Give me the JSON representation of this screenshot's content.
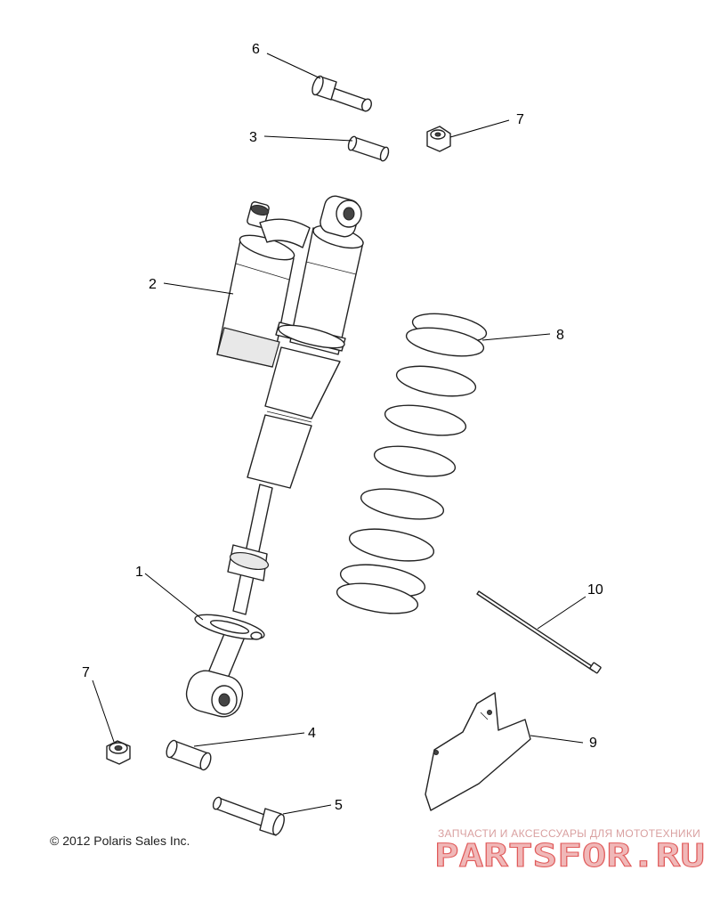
{
  "callouts": {
    "c1": "1",
    "c2": "2",
    "c3": "3",
    "c4": "4",
    "c5": "5",
    "c6": "6",
    "c7a": "7",
    "c7b": "7",
    "c8": "8",
    "c9": "9",
    "c10": "10"
  },
  "footer": {
    "copyright": "© 2012 Polaris Sales Inc."
  },
  "watermark": {
    "tagline": "ЗАПЧАСТИ И АКСЕССУАРЫ ДЛЯ МОТОТЕХНИКИ",
    "logo_text": "PARTSFOR.RU",
    "color": "#e05a5a"
  }
}
